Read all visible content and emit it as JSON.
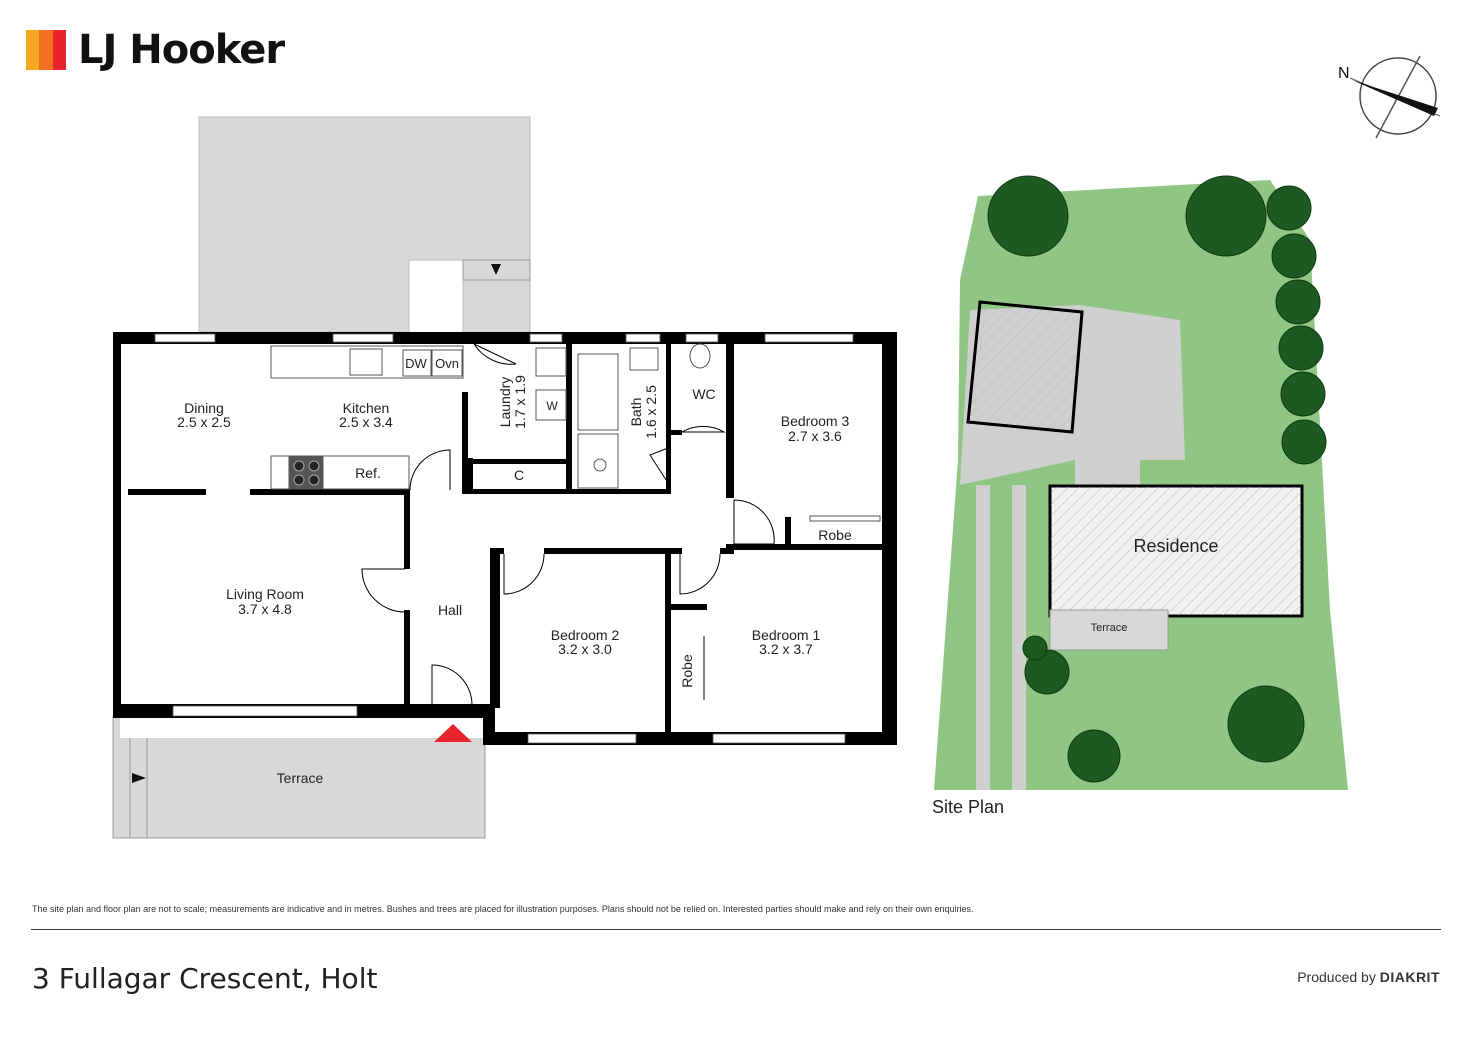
{
  "brand": {
    "name": "LJ Hooker",
    "logo_colors": [
      "#f5a623",
      "#f36f21",
      "#e8252c"
    ]
  },
  "compass": {
    "label": "N"
  },
  "floor_plan": {
    "rooms": {
      "dining": {
        "name": "Dining",
        "size": "2.5 x 2.5"
      },
      "kitchen": {
        "name": "Kitchen",
        "size": "2.5 x 3.4"
      },
      "laundry": {
        "name": "Laundry",
        "size": "1.7 x 1.9"
      },
      "bath": {
        "name": "Bath",
        "size": "1.6 x 2.5"
      },
      "wc": {
        "name": "WC"
      },
      "bedroom3": {
        "name": "Bedroom 3",
        "size": "2.7 x 3.6"
      },
      "robe3": {
        "name": "Robe"
      },
      "living": {
        "name": "Living Room",
        "size": "3.7 x 4.8"
      },
      "hall": {
        "name": "Hall"
      },
      "bedroom2": {
        "name": "Bedroom 2",
        "size": "3.2 x 3.0"
      },
      "bedroom1": {
        "name": "Bedroom 1",
        "size": "3.2 x 3.7"
      },
      "robe1": {
        "name": "Robe"
      },
      "terrace": {
        "name": "Terrace"
      },
      "cupboard": {
        "name": "C"
      }
    },
    "fixtures": {
      "dishwasher": "DW",
      "oven": "Ovn",
      "fridge": "Ref.",
      "washer": "W"
    }
  },
  "site_plan": {
    "title": "Site Plan",
    "residence": "Residence",
    "terrace": "Terrace"
  },
  "colors": {
    "grass": "#8fc683",
    "tree": "#1d5a22",
    "paving": "#cfcfcf",
    "wall": "#000000",
    "entry_marker": "#e8252c"
  },
  "footer": {
    "disclaimer": "The site plan and floor plan are not to scale; measurements are indicative and in metres. Bushes and trees are placed for illustration purposes. Plans should not be relied on. Interested parties should make and rely on their own enquiries.",
    "address": "3 Fullagar Crescent, Holt",
    "produced_by_label": "Produced by",
    "producer": "DIAKRIT"
  }
}
